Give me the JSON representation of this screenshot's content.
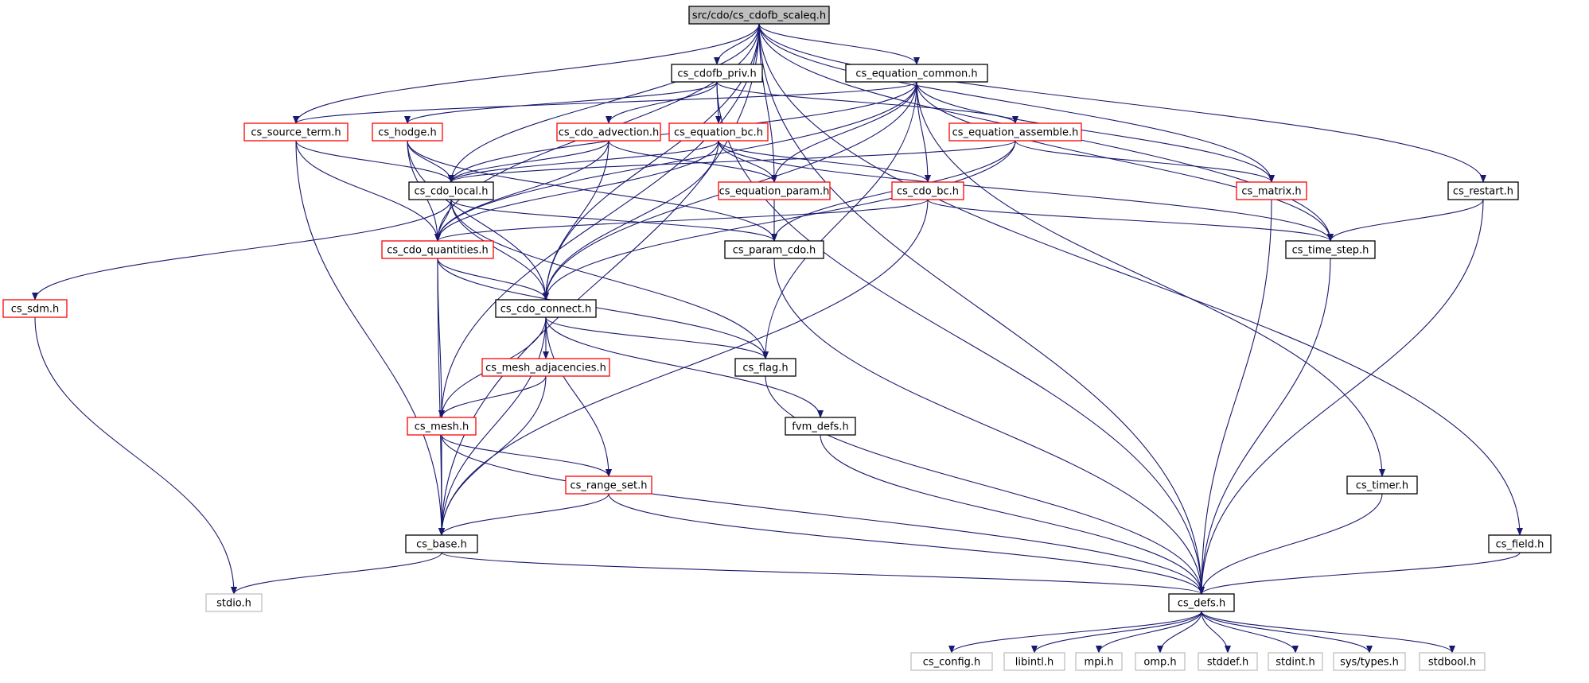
{
  "diagram": {
    "type": "include-dependency-graph",
    "colors": {
      "edge": "#191970",
      "background": "#ffffff",
      "text": "#000000",
      "root_fill": "#bfbfbf",
      "border_documented": "#000000",
      "border_truncated": "#ff0000",
      "border_external": "#bfbfbf"
    },
    "nodes": [
      {
        "id": "root",
        "label": "src/cdo/cs_cdofb_scaleq.h",
        "style": "root"
      },
      {
        "id": "cdofb_priv",
        "label": "cs_cdofb_priv.h",
        "style": "normal"
      },
      {
        "id": "eq_common",
        "label": "cs_equation_common.h",
        "style": "normal"
      },
      {
        "id": "source_term",
        "label": "cs_source_term.h",
        "style": "truncated"
      },
      {
        "id": "hodge",
        "label": "cs_hodge.h",
        "style": "truncated"
      },
      {
        "id": "cdo_adv",
        "label": "cs_cdo_advection.h",
        "style": "truncated"
      },
      {
        "id": "eq_bc",
        "label": "cs_equation_bc.h",
        "style": "truncated"
      },
      {
        "id": "eq_assemble",
        "label": "cs_equation_assemble.h",
        "style": "truncated"
      },
      {
        "id": "cdo_local",
        "label": "cs_cdo_local.h",
        "style": "normal"
      },
      {
        "id": "eq_param",
        "label": "cs_equation_param.h",
        "style": "truncated"
      },
      {
        "id": "cdo_bc",
        "label": "cs_cdo_bc.h",
        "style": "truncated"
      },
      {
        "id": "matrix",
        "label": "cs_matrix.h",
        "style": "truncated"
      },
      {
        "id": "restart",
        "label": "cs_restart.h",
        "style": "normal"
      },
      {
        "id": "cdo_quant",
        "label": "cs_cdo_quantities.h",
        "style": "truncated"
      },
      {
        "id": "param_cdo",
        "label": "cs_param_cdo.h",
        "style": "normal"
      },
      {
        "id": "time_step",
        "label": "cs_time_step.h",
        "style": "normal"
      },
      {
        "id": "sdm",
        "label": "cs_sdm.h",
        "style": "truncated"
      },
      {
        "id": "cdo_connect",
        "label": "cs_cdo_connect.h",
        "style": "normal"
      },
      {
        "id": "mesh_adj",
        "label": "cs_mesh_adjacencies.h",
        "style": "truncated"
      },
      {
        "id": "flag",
        "label": "cs_flag.h",
        "style": "normal"
      },
      {
        "id": "mesh",
        "label": "cs_mesh.h",
        "style": "truncated"
      },
      {
        "id": "fvm_defs",
        "label": "fvm_defs.h",
        "style": "normal"
      },
      {
        "id": "range_set",
        "label": "cs_range_set.h",
        "style": "truncated"
      },
      {
        "id": "timer",
        "label": "cs_timer.h",
        "style": "normal"
      },
      {
        "id": "base",
        "label": "cs_base.h",
        "style": "normal"
      },
      {
        "id": "field",
        "label": "cs_field.h",
        "style": "normal"
      },
      {
        "id": "stdio",
        "label": "stdio.h",
        "style": "external"
      },
      {
        "id": "defs",
        "label": "cs_defs.h",
        "style": "normal"
      },
      {
        "id": "config",
        "label": "cs_config.h",
        "style": "external"
      },
      {
        "id": "libintl",
        "label": "libintl.h",
        "style": "external"
      },
      {
        "id": "mpi",
        "label": "mpi.h",
        "style": "external"
      },
      {
        "id": "omp",
        "label": "omp.h",
        "style": "external"
      },
      {
        "id": "stddef",
        "label": "stddef.h",
        "style": "external"
      },
      {
        "id": "stdint",
        "label": "stdint.h",
        "style": "external"
      },
      {
        "id": "systypes",
        "label": "sys/types.h",
        "style": "external"
      },
      {
        "id": "stdbool",
        "label": "stdbool.h",
        "style": "external"
      }
    ],
    "edges": [
      [
        "root",
        "cdofb_priv"
      ],
      [
        "root",
        "eq_common"
      ],
      [
        "root",
        "source_term"
      ],
      [
        "root",
        "cdo_local"
      ],
      [
        "root",
        "eq_param"
      ],
      [
        "root",
        "cdo_quant"
      ],
      [
        "root",
        "cdo_connect"
      ],
      [
        "root",
        "mesh"
      ],
      [
        "root",
        "base"
      ],
      [
        "root",
        "matrix"
      ],
      [
        "root",
        "restart"
      ],
      [
        "root",
        "time_step"
      ],
      [
        "root",
        "field"
      ],
      [
        "root",
        "defs"
      ],
      [
        "cdofb_priv",
        "hodge"
      ],
      [
        "cdofb_priv",
        "cdo_adv"
      ],
      [
        "cdofb_priv",
        "eq_bc"
      ],
      [
        "cdofb_priv",
        "eq_assemble"
      ],
      [
        "cdofb_priv",
        "defs"
      ],
      [
        "eq_common",
        "source_term"
      ],
      [
        "eq_common",
        "cdo_local"
      ],
      [
        "eq_common",
        "eq_param"
      ],
      [
        "eq_common",
        "cdo_bc"
      ],
      [
        "eq_common",
        "cdo_quant"
      ],
      [
        "eq_common",
        "cdo_connect"
      ],
      [
        "eq_common",
        "flag"
      ],
      [
        "eq_common",
        "matrix"
      ],
      [
        "eq_common",
        "time_step"
      ],
      [
        "eq_common",
        "timer"
      ],
      [
        "source_term",
        "cdo_local"
      ],
      [
        "source_term",
        "cdo_quant"
      ],
      [
        "source_term",
        "base"
      ],
      [
        "hodge",
        "cdo_local"
      ],
      [
        "hodge",
        "cdo_quant"
      ],
      [
        "hodge",
        "cdo_connect"
      ],
      [
        "hodge",
        "param_cdo"
      ],
      [
        "cdo_adv",
        "cdo_local"
      ],
      [
        "cdo_adv",
        "cdo_quant"
      ],
      [
        "cdo_adv",
        "cdo_connect"
      ],
      [
        "cdo_adv",
        "eq_param"
      ],
      [
        "eq_bc",
        "cdo_local"
      ],
      [
        "eq_bc",
        "cdo_quant"
      ],
      [
        "eq_bc",
        "cdo_connect"
      ],
      [
        "eq_bc",
        "eq_param"
      ],
      [
        "eq_bc",
        "cdo_bc"
      ],
      [
        "eq_bc",
        "time_step"
      ],
      [
        "eq_assemble",
        "cdo_local"
      ],
      [
        "eq_assemble",
        "param_cdo"
      ],
      [
        "eq_assemble",
        "cdo_connect"
      ],
      [
        "eq_assemble",
        "matrix"
      ],
      [
        "cdo_local",
        "cdo_quant"
      ],
      [
        "cdo_local",
        "param_cdo"
      ],
      [
        "cdo_local",
        "cdo_connect"
      ],
      [
        "cdo_local",
        "flag"
      ],
      [
        "cdo_local",
        "sdm"
      ],
      [
        "eq_param",
        "param_cdo"
      ],
      [
        "cdo_bc",
        "cdo_quant"
      ],
      [
        "cdo_bc",
        "time_step"
      ],
      [
        "cdo_bc",
        "base"
      ],
      [
        "matrix",
        "defs"
      ],
      [
        "restart",
        "time_step"
      ],
      [
        "restart",
        "defs"
      ],
      [
        "cdo_quant",
        "cdo_connect"
      ],
      [
        "cdo_quant",
        "flag"
      ],
      [
        "cdo_quant",
        "mesh"
      ],
      [
        "cdo_quant",
        "base"
      ],
      [
        "param_cdo",
        "defs"
      ],
      [
        "time_step",
        "defs"
      ],
      [
        "sdm",
        "stdio"
      ],
      [
        "cdo_connect",
        "mesh_adj"
      ],
      [
        "cdo_connect",
        "flag"
      ],
      [
        "cdo_connect",
        "mesh"
      ],
      [
        "cdo_connect",
        "fvm_defs"
      ],
      [
        "cdo_connect",
        "range_set"
      ],
      [
        "cdo_connect",
        "base"
      ],
      [
        "mesh_adj",
        "mesh"
      ],
      [
        "mesh_adj",
        "base"
      ],
      [
        "flag",
        "defs"
      ],
      [
        "mesh",
        "range_set"
      ],
      [
        "mesh",
        "base"
      ],
      [
        "mesh",
        "defs"
      ],
      [
        "fvm_defs",
        "defs"
      ],
      [
        "range_set",
        "base"
      ],
      [
        "range_set",
        "defs"
      ],
      [
        "timer",
        "defs"
      ],
      [
        "base",
        "stdio"
      ],
      [
        "base",
        "defs"
      ],
      [
        "field",
        "defs"
      ],
      [
        "defs",
        "config"
      ],
      [
        "defs",
        "libintl"
      ],
      [
        "defs",
        "mpi"
      ],
      [
        "defs",
        "omp"
      ],
      [
        "defs",
        "stddef"
      ],
      [
        "defs",
        "stdint"
      ],
      [
        "defs",
        "systypes"
      ],
      [
        "defs",
        "stdbool"
      ]
    ]
  }
}
